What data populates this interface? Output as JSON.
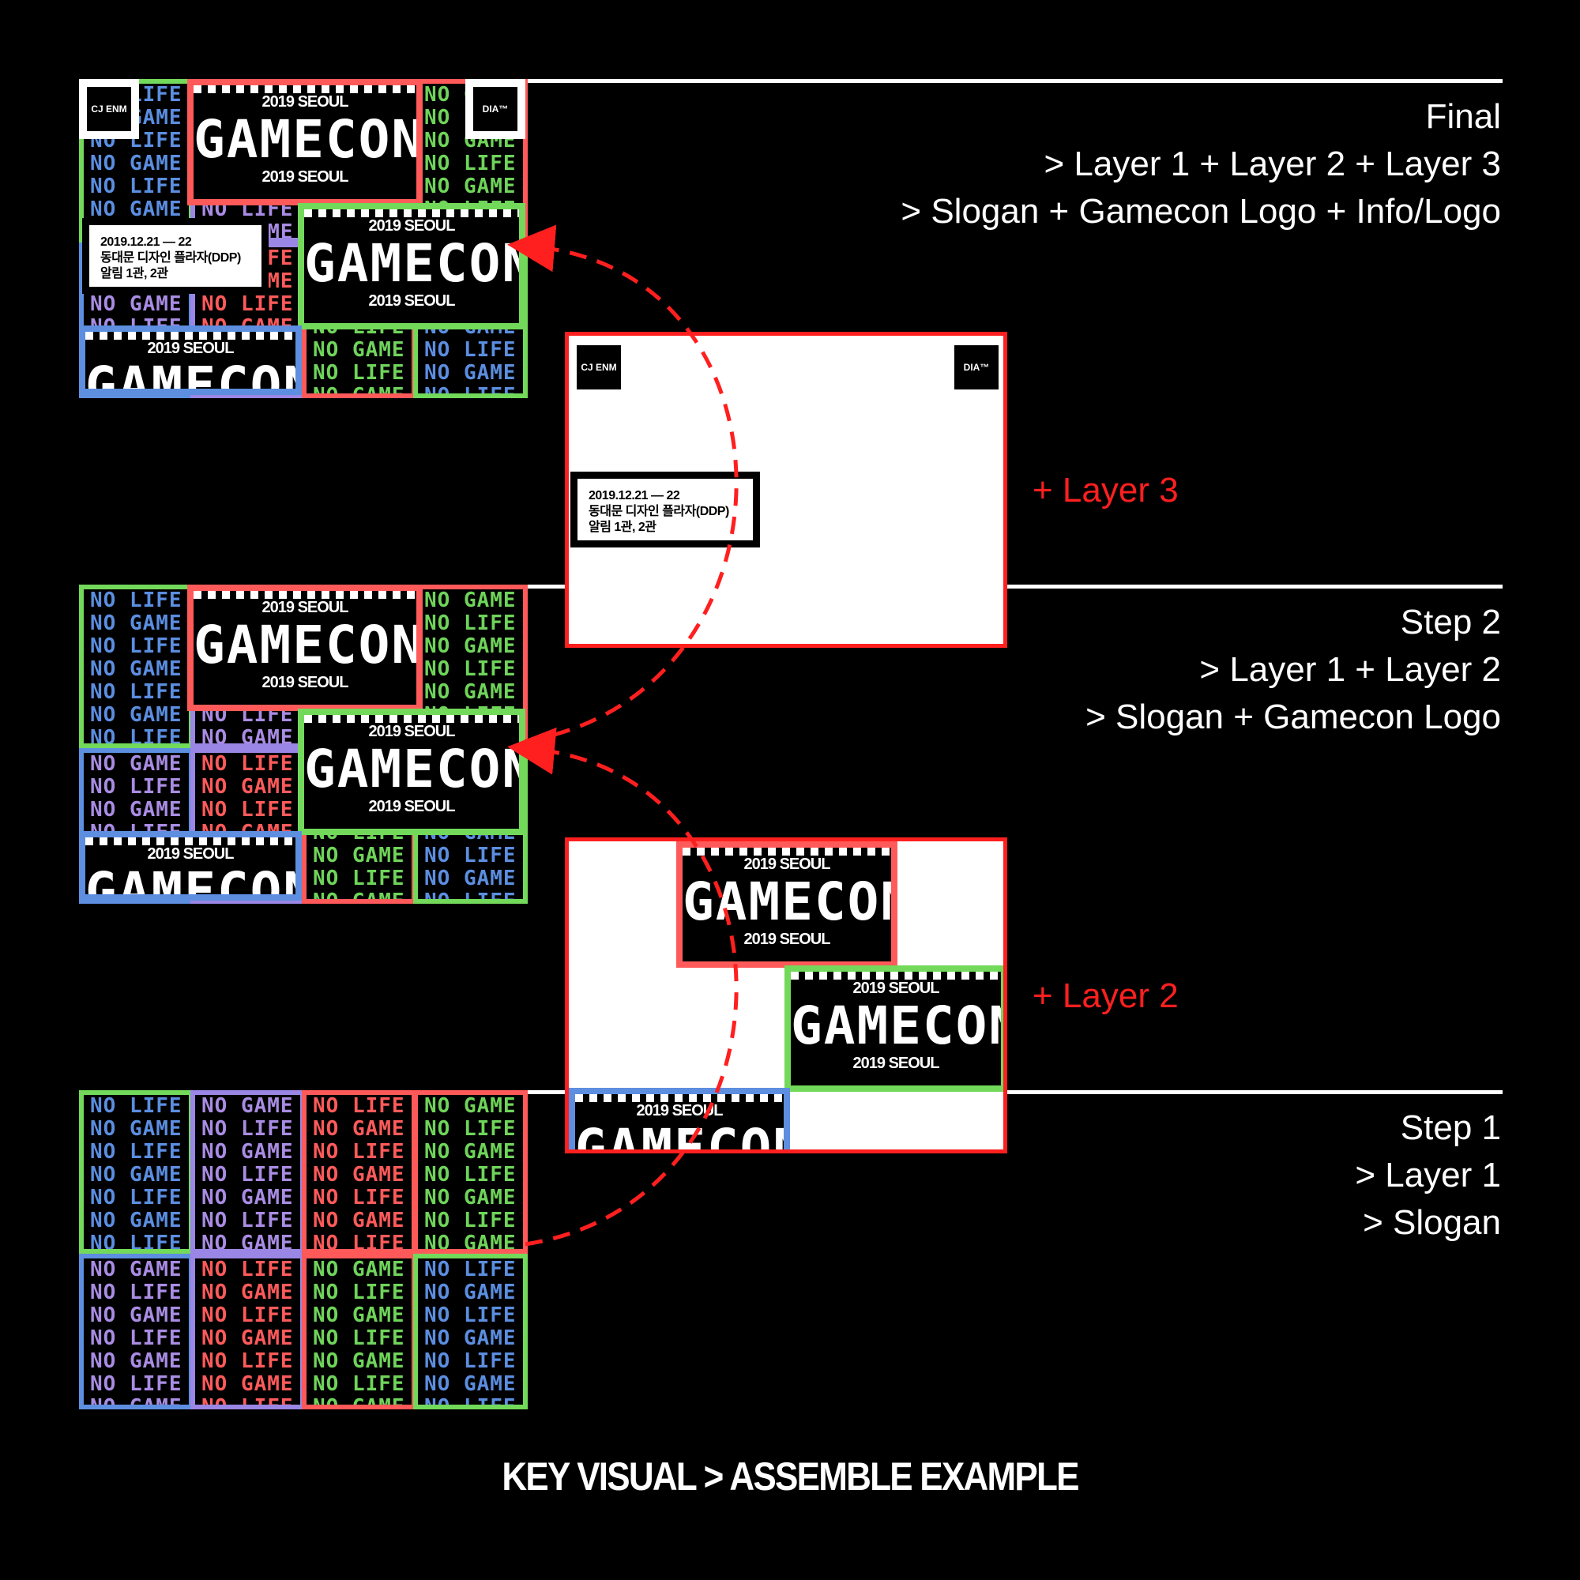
{
  "slogan": {
    "lines_a": [
      "NO LIFE",
      "NO GAME",
      "NO LIFE",
      "NO GAME",
      "NO LIFE",
      "NO GAME",
      "NO LIFE"
    ],
    "lines_b": [
      "NO GAME",
      "NO LIFE",
      "NO GAME",
      "NO LIFE",
      "NO GAME",
      "NO LIFE",
      "NO GAME"
    ]
  },
  "gamecon": {
    "sub": "2019 SEOUL",
    "name": "GAMECON"
  },
  "logos": {
    "left": "CJ ENM",
    "right": "DIA™"
  },
  "info": {
    "lines": [
      "2019.12.21 — 22",
      "동대문 디자인 플라자(DDP)",
      "알림 1관, 2관"
    ]
  },
  "captions": {
    "final": {
      "title": "Final",
      "lines": [
        "> Layer 1  + Layer 2  + Layer 3",
        "> Slogan + Gamecon Logo + Info/Logo"
      ]
    },
    "step2": {
      "title": "Step 2",
      "lines": [
        "> Layer 1  + Layer 2",
        "> Slogan + Gamecon Logo"
      ]
    },
    "step1": {
      "title": "Step 1",
      "lines": [
        "> Layer 1",
        "> Slogan"
      ]
    }
  },
  "add_labels": {
    "layer3": "+ Layer 3",
    "layer2": "+ Layer 2"
  },
  "title": "KEY VISUAL > ASSEMBLE EXAMPLE",
  "colors": {
    "background": "#000000",
    "accent_red": "#ff1f1f",
    "slogan_blue": "#5b8ee0",
    "slogan_purple": "#a98ce3",
    "slogan_red": "#ff5a5a",
    "slogan_green": "#6fd45a"
  }
}
